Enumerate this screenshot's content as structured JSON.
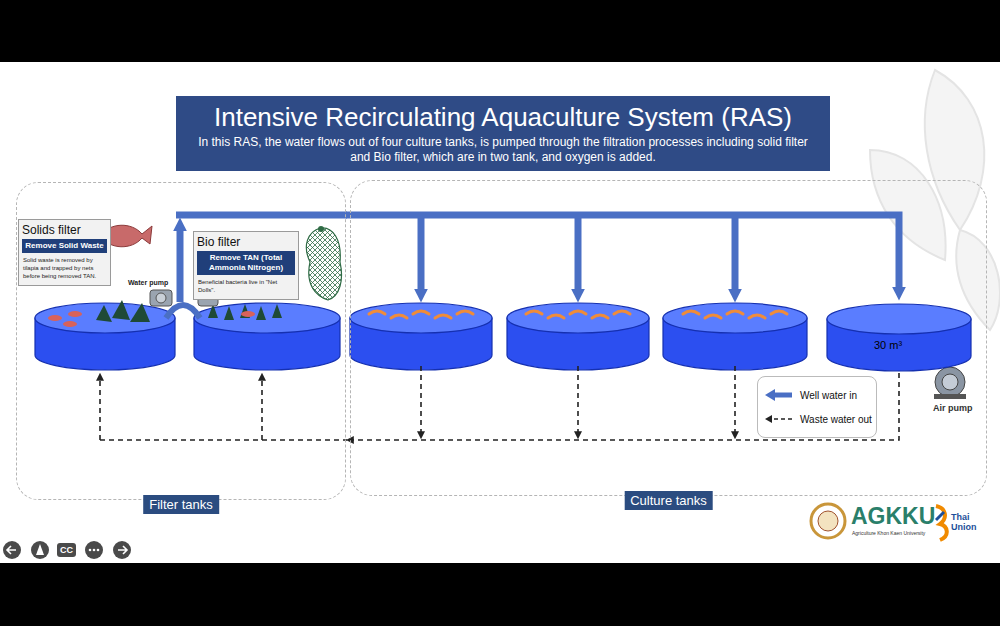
{
  "diagram": {
    "title": "Intensive Recirculating Aquaculture System (RAS)",
    "caption": "In this RAS, the water flows out of four culture tanks, is pumped through the filtration processes including solid filter and Bio filter, which are in two tank, and oxygen is added.",
    "nodes": [
      {
        "text": [
          "Filter tanks"
        ]
      },
      {
        "text": [
          "Solids filter",
          "Remove Solid Waste",
          "Solid waste is removed by tilapia and trapped by nets before being removed TAN."
        ],
        "in": 0
      },
      {
        "text": [
          "Bio filter",
          "Remove TAN (Total Ammonia Nitrogen)",
          "Beneficial bacteria live in \"Net Dolls\"."
        ],
        "in": 0
      },
      {
        "text": [
          "Culture tanks"
        ]
      },
      {
        "text": [
          "30 m³"
        ],
        "in": 3
      }
    ],
    "edges": [
      {
        "from": 0,
        "to": 4,
        "arrow": "to"
      },
      {
        "from": 4,
        "to": 0,
        "arrow": "to"
      }
    ],
    "labels": [
      "Water pump",
      "Air pump",
      "AGKKU",
      "Agriculture Khon Kaen University",
      "Thai Union",
      "CC"
    ],
    "legend": [
      {
        "text": "Well water in"
      },
      {
        "text": "Waste water out"
      }
    ]
  }
}
